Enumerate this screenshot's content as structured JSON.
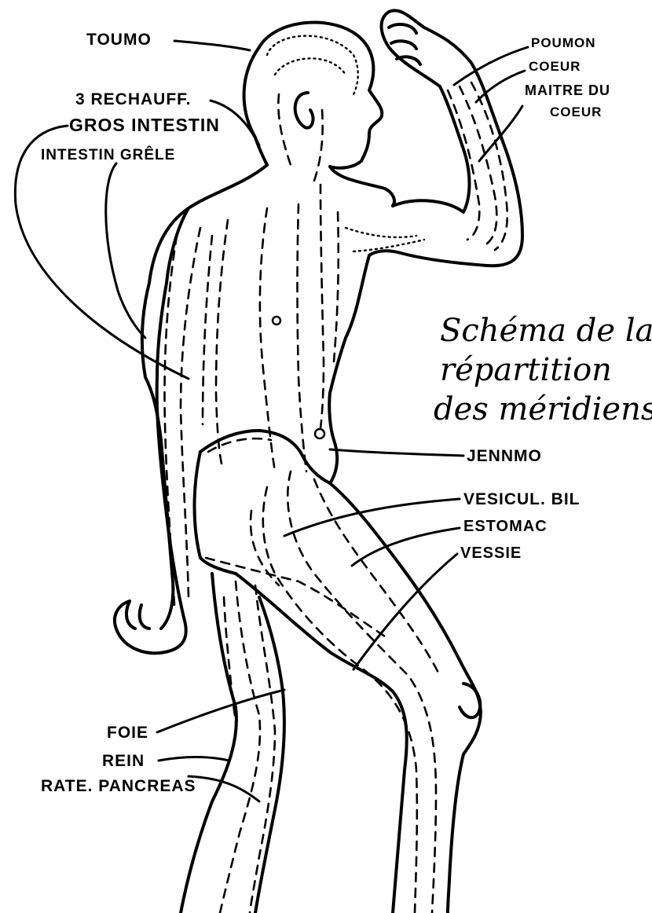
{
  "diagram": {
    "title_lines": [
      "Schéma de la",
      "répartition",
      "des méridiens"
    ],
    "labels": {
      "toumo": "TOUMO",
      "rechauff": "3 RECHAUFF.",
      "gros_intestin": "GROS INTESTIN",
      "intestin_grele": "INTESTIN GRÊLE",
      "poumon": "POUMON",
      "coeur": "COEUR",
      "maitre_du": "MAITRE DU",
      "coeur2": "COEUR",
      "jennmo": "JENNMO",
      "vesicul_bil": "VESICUL. BIL",
      "estomac": "ESTOMAC",
      "vessie": "VESSIE",
      "foie": "FOIE",
      "rein": "REIN",
      "rate_pancreas": "RATE. PANCREAS"
    }
  }
}
